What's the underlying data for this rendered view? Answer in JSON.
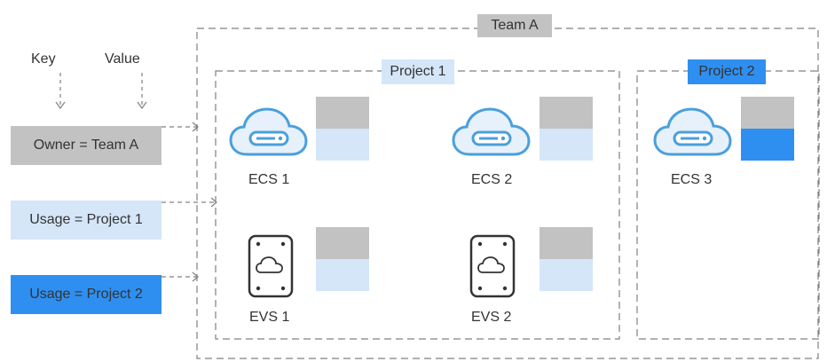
{
  "colors": {
    "owner_tag": "#c2c2c2",
    "project1_tag": "#d4e6f8",
    "project2_tag": "#2f8ff0",
    "dash": "#808080",
    "icon_stroke": "#4a9fdc",
    "icon_fill": "#e6f1fb",
    "disk_stroke": "#333333"
  },
  "legend": {
    "key_label": "Key",
    "value_label": "Value"
  },
  "tags": [
    {
      "text": "Owner = Team A"
    },
    {
      "text": "Usage = Project 1"
    },
    {
      "text": "Usage = Project 2"
    }
  ],
  "team": {
    "label": "Team A"
  },
  "projects": [
    {
      "label": "Project 1"
    },
    {
      "label": "Project 2"
    }
  ],
  "resources": [
    {
      "name": "ECS 1",
      "kind": "ecs",
      "project": 1
    },
    {
      "name": "ECS 2",
      "kind": "ecs",
      "project": 1
    },
    {
      "name": "ECS 3",
      "kind": "ecs",
      "project": 2
    },
    {
      "name": "EVS 1",
      "kind": "evs",
      "project": 1
    },
    {
      "name": "EVS 2",
      "kind": "evs",
      "project": 1
    }
  ]
}
